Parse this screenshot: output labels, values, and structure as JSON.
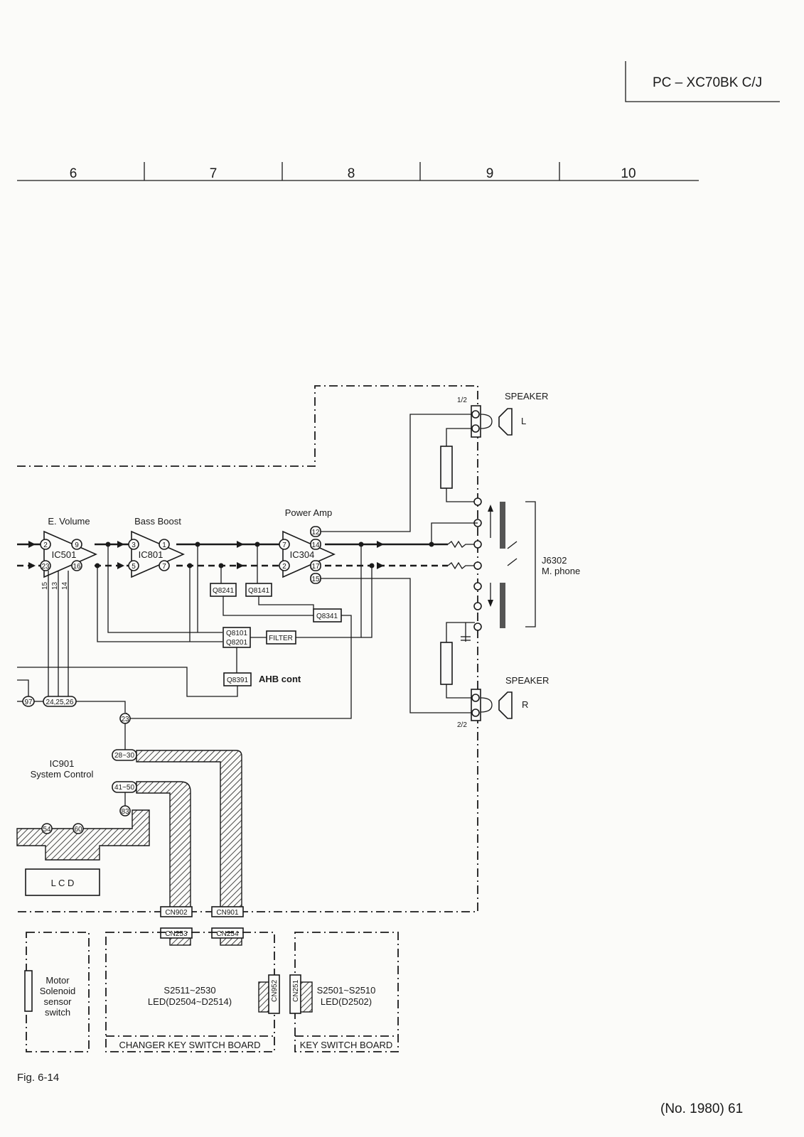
{
  "header": {
    "model": "PC – XC70BK C/J"
  },
  "grid_columns": [
    "6",
    "7",
    "8",
    "9",
    "10"
  ],
  "blocks": {
    "e_volume": {
      "title": "E. Volume",
      "ic": "IC501",
      "pins_in": [
        "2",
        "23"
      ],
      "pins_out": [
        "9",
        "16"
      ],
      "control_pins": [
        "15",
        "13",
        "14"
      ]
    },
    "bass_boost": {
      "title": "Bass Boost",
      "ic": "IC801",
      "pins_in": [
        "3",
        "5"
      ],
      "pins_out": [
        "1",
        "7"
      ]
    },
    "power_amp": {
      "title": "Power Amp",
      "ic": "IC304",
      "pins_in": [
        "7",
        "2"
      ],
      "pins_out": [
        "12",
        "14",
        "17",
        "15"
      ]
    },
    "transistors": [
      "Q8241",
      "Q8141",
      "Q8341",
      "Q8101",
      "Q8201",
      "Q8391"
    ],
    "filter": "FILTER",
    "ahb": "AHB cont",
    "jack": {
      "ref": "J6302",
      "name": "M. phone"
    },
    "speaker_l": {
      "title": "SPEAKER",
      "channel": "L",
      "fraction": "1/2"
    },
    "speaker_r": {
      "title": "SPEAKER",
      "channel": "R",
      "fraction": "2/2"
    },
    "ic901": {
      "ref": "IC901",
      "name": "System Control",
      "pins": {
        "p97": "97",
        "p24": "24,25,26",
        "p23": "23",
        "p28": "28~30",
        "p41": "41~50",
        "p83": "83",
        "p54": "54",
        "p60": "60"
      }
    },
    "lcd": "L C D",
    "connectors": {
      "cn902": "CN902",
      "cn901": "CN901",
      "cn253": "CN253",
      "cn254": "CN254",
      "cn952": "CN952",
      "cn251": "CN251"
    },
    "motor_box": [
      "Motor",
      "Solenoid",
      "sensor",
      "switch"
    ],
    "changer_board": {
      "line1": "S2511~2530",
      "line2": "LED(D2504~D2514)",
      "title": "CHANGER KEY SWITCH BOARD"
    },
    "key_board": {
      "line1": "S2501~S2510",
      "line2": "LED(D2502)",
      "title": "KEY SWITCH BOARD"
    }
  },
  "footer": {
    "figure": "Fig. 6-14",
    "page": "(No. 1980)  61"
  }
}
